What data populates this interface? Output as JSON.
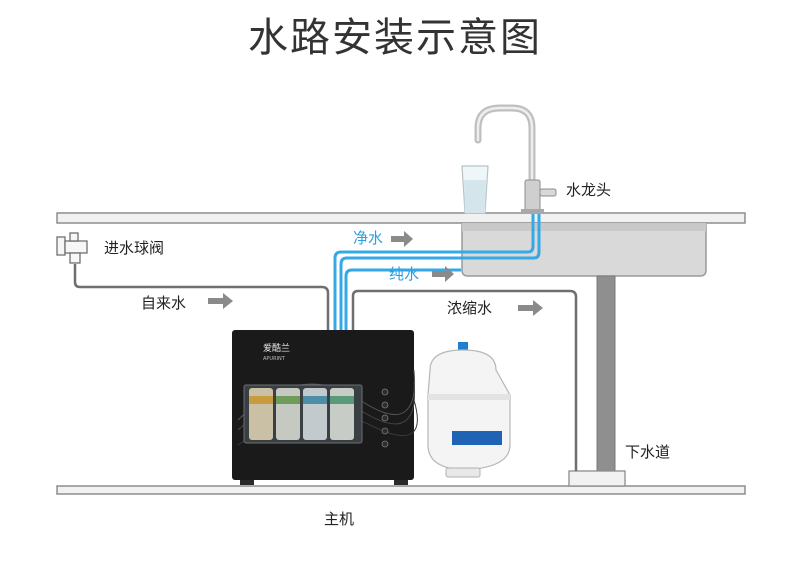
{
  "title": "水路安装示意图",
  "labels": {
    "faucet": "水龙头",
    "inlet_valve": "进水球阀",
    "tap_water": "自来水",
    "pure_water": "净水",
    "purified_water": "纯水",
    "concentrate": "浓缩水",
    "drain": "下水道",
    "main_unit": "主机",
    "brand": "爱酷兰",
    "brand_sub": "APURINT"
  },
  "colors": {
    "pipe_gray": "#6f6f6f",
    "pipe_blue": "#35a9e6",
    "arrow_gray": "#8a8a8a",
    "unit_body": "#1a1a1a"
  }
}
